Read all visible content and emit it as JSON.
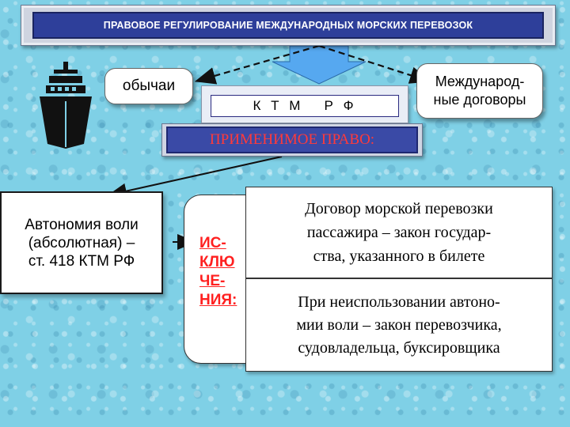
{
  "title": "ПРАВОВОЕ РЕГУЛИРОВАНИЕ МЕЖДУНАРОДНЫХ МОРСКИХ ПЕРЕВОЗОК",
  "customs": "обычаи",
  "treaties": "Международ-\nные договоры",
  "ktm": "К Т М   Р Ф",
  "applicable_law": "ПРИМЕНИМОЕ ПРАВО:",
  "autonomy": "Автономия воли\n(абсолютная) –\nст. 418 КТМ РФ",
  "exceptions": "ИС-\nКЛЮ\nЧЕ-\nНИЯ:",
  "contract": "Договор морской перевозки\nпассажира – закон государ-\nства, указанного в билете",
  "non_use": "При неиспользовании автоно-\nмии воли – закон перевозчика,\nсудовладельца, буксировщика",
  "icons": {
    "ship": "ship-icon"
  },
  "colors": {
    "background": "#7fd0e6",
    "banner": "#2e3f9a",
    "highlight_text": "#ff3a3a",
    "arrow": "#56a8f0"
  }
}
